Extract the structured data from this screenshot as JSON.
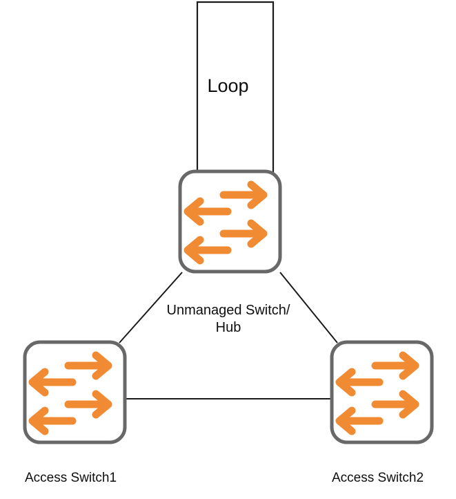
{
  "diagram": {
    "type": "network-topology",
    "title_text": "",
    "colors": {
      "device_border": "#686868",
      "device_fill": "#ffffff",
      "arrow_orange": "#F08A33",
      "link_line": "#1a1a1a",
      "loop_rect_border": "#1a1a1a",
      "text": "#0d0d0d",
      "background": "#ffffff"
    },
    "loop": {
      "label": "Loop",
      "shape": "rectangle",
      "description": "loop-back cable drawn as a tall open rectangle above the unmanaged switch"
    },
    "nodes": [
      {
        "id": "unmanaged-switch",
        "label_line1": "Unmanaged Switch/",
        "label_line2": "Hub",
        "icon": "switch-icon",
        "position": "top-center"
      },
      {
        "id": "access-switch-1",
        "label": "Access Switch1",
        "icon": "switch-icon",
        "position": "bottom-left"
      },
      {
        "id": "access-switch-2",
        "label": "Access Switch2",
        "icon": "switch-icon",
        "position": "bottom-right"
      }
    ],
    "links": [
      {
        "id": "link-hub-sw1",
        "from": "unmanaged-switch",
        "to": "access-switch-1",
        "style": "solid"
      },
      {
        "id": "link-hub-sw2",
        "from": "unmanaged-switch",
        "to": "access-switch-2",
        "style": "solid"
      },
      {
        "id": "link-sw1-sw2",
        "from": "access-switch-1",
        "to": "access-switch-2",
        "style": "solid"
      },
      {
        "id": "link-loop",
        "from": "unmanaged-switch",
        "to": "unmanaged-switch",
        "style": "solid"
      }
    ]
  }
}
